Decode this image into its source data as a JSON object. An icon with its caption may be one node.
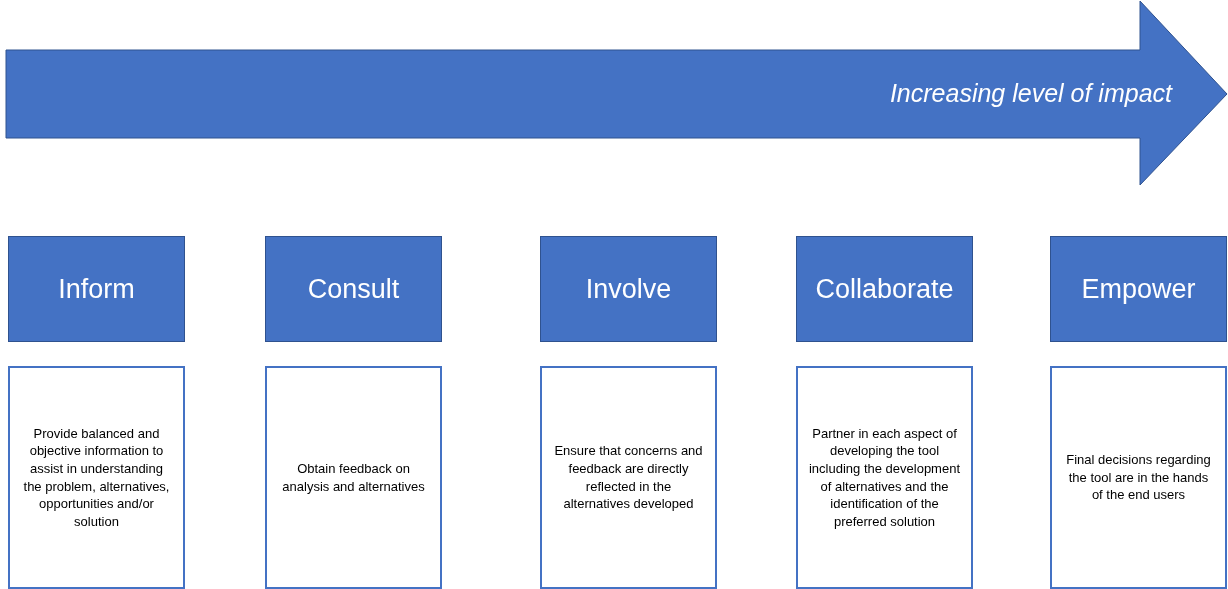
{
  "diagram": {
    "nodes": [
      {
        "text": [
          "Increasing level of impact"
        ]
      },
      {
        "text": [
          "Inform"
        ]
      },
      {
        "text": [
          "Consult"
        ]
      },
      {
        "text": [
          "Involve"
        ]
      },
      {
        "text": [
          "Collaborate"
        ]
      },
      {
        "text": [
          "Empower"
        ]
      },
      {
        "text": [
          "Provide balanced and objective information to assist in understanding the problem, alternatives, opportunities and/or solution"
        ]
      },
      {
        "text": [
          "Obtain feedback on analysis and alternatives"
        ]
      },
      {
        "text": [
          "Ensure that concerns and feedback are directly reflected in the alternatives developed"
        ]
      },
      {
        "text": [
          "Partner in each aspect of developing the tool  including the development of alternatives and the identification of the preferred solution"
        ]
      },
      {
        "text": [
          "Final decisions regarding the tool are in the hands of the end users"
        ]
      }
    ]
  }
}
